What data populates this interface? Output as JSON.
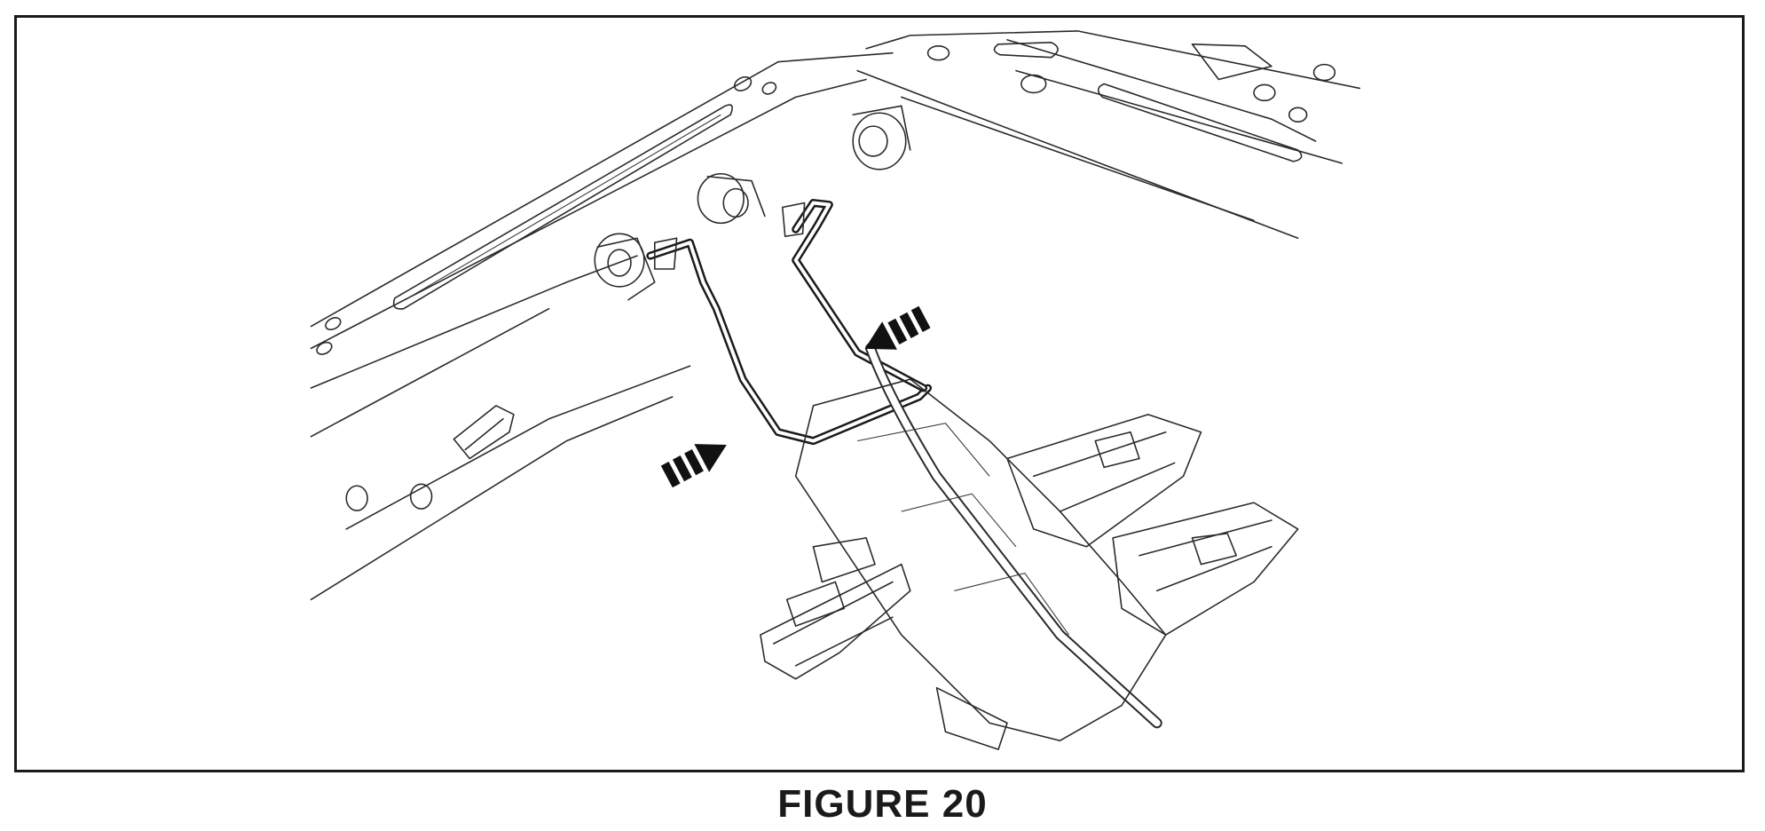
{
  "figure": {
    "caption": "FIGURE 20"
  },
  "colors": {
    "ink": "#1a1a1a",
    "background": "#ffffff"
  },
  "callouts": [
    {
      "name": "callout-arrow-left",
      "direction": "up-right"
    },
    {
      "name": "callout-arrow-right",
      "direction": "down-left"
    }
  ]
}
